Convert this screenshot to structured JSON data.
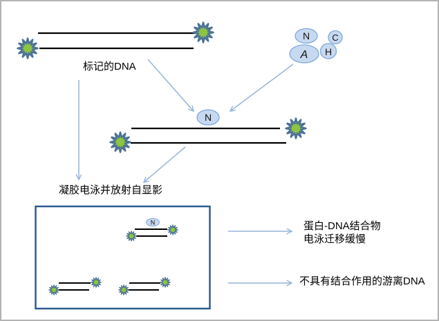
{
  "figure": {
    "labeled_dna": {
      "caption": "标记的DNA"
    },
    "proteins": [
      {
        "id": "n",
        "label": "N"
      },
      {
        "id": "c",
        "label": "C"
      },
      {
        "id": "a",
        "label": "A"
      },
      {
        "id": "h",
        "label": "H"
      }
    ],
    "bound_complex": {
      "protein_label": "N"
    },
    "gel": {
      "caption": "凝胶电泳并放射自显影",
      "shifted_band_protein_label": "N"
    },
    "annotations": {
      "shifted_band_line1": "蛋白-DNA结合物",
      "shifted_band_line2": "电泳迁移缓慢",
      "free_dna": "不具有结合作用的游离DNA"
    },
    "colors": {
      "starburst_fill": "#8CC540",
      "starburst_stroke": "#4D7296",
      "protein_fill": "#C7D9F0",
      "protein_stroke": "#7FA8D9",
      "arrow": "#95B3D7",
      "gel_border": "#2E5B8F",
      "dna_strand": "#000000"
    }
  }
}
